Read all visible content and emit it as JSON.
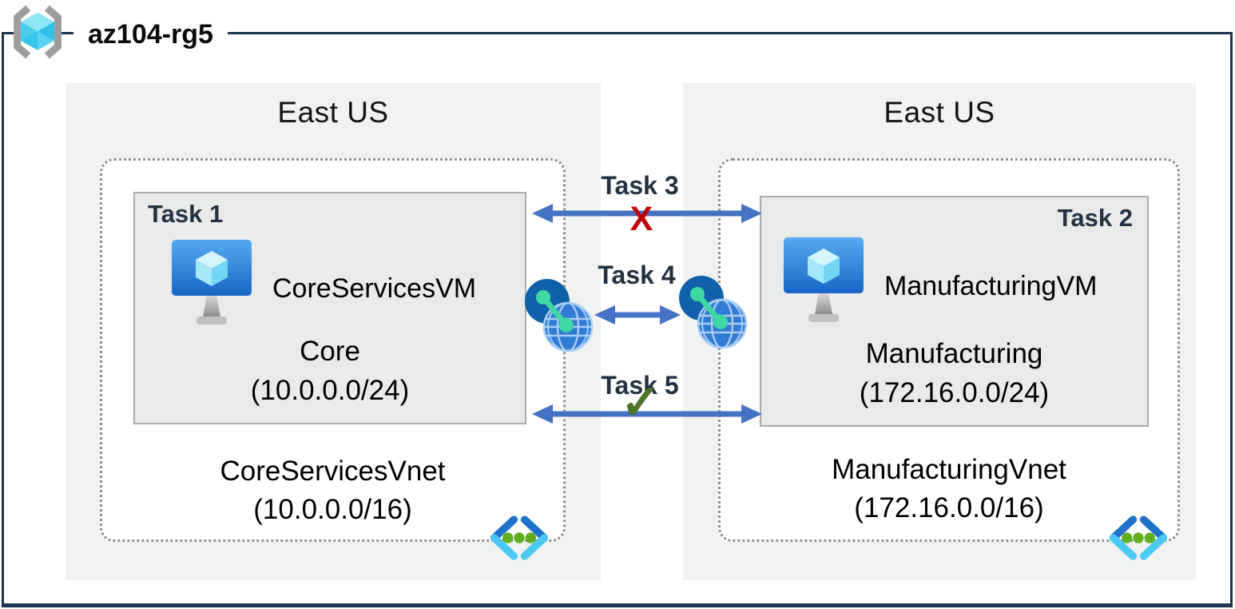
{
  "resource_group": {
    "name": "az104-rg5"
  },
  "regions": [
    {
      "name": "East US",
      "vnet": {
        "name": "CoreServicesVnet",
        "cidr": "(10.0.0.0/16)",
        "subnet": {
          "task_label": "Task 1",
          "vm_name": "CoreServicesVM",
          "name": "Core",
          "cidr": "(10.0.0.0/24)"
        }
      }
    },
    {
      "name": "East US",
      "vnet": {
        "name": "ManufacturingVnet",
        "cidr": "(172.16.0.0/16)",
        "subnet": {
          "task_label": "Task 2",
          "vm_name": "ManufacturingVM",
          "name": "Manufacturing",
          "cidr": "(172.16.0.0/24)"
        }
      }
    }
  ],
  "connections": [
    {
      "label": "Task 3",
      "marker": "X"
    },
    {
      "label": "Task 4",
      "marker": ""
    },
    {
      "label": "Task 5",
      "marker": "✓"
    }
  ],
  "icons": {
    "resource_group": "resource-group-icon",
    "virtual_machine": "virtual-machine-icon",
    "vnet_peering": "vnet-peering-icon",
    "virtual_network": "virtual-network-icon"
  },
  "colors": {
    "frame": "#1c3351",
    "arrow": "#4472c4",
    "blocked_x": "#c00000",
    "allowed_check": "#4c7529",
    "region_bg": "#f0f1f1",
    "subnet_bg": "#e9eaea",
    "task_text": "#233140"
  }
}
